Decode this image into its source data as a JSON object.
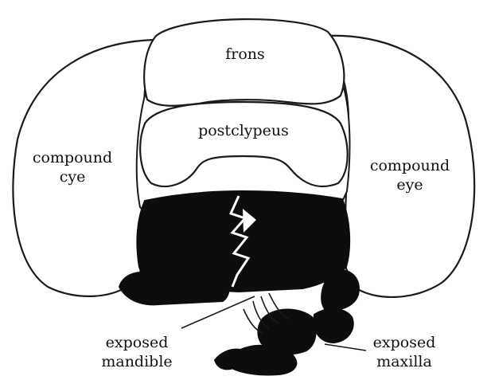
{
  "diagram": {
    "labels": {
      "frons": "frons",
      "postclypeus": "postclypeus",
      "compound_left_line1": "compound",
      "compound_left_line2": "cye",
      "compound_right_line1": "compound",
      "compound_right_line2": "eye",
      "mandible_line1": "exposed",
      "mandible_line2": "mandible",
      "maxilla_line1": "exposed",
      "maxilla_line2": "maxilla"
    },
    "colors": {
      "outline": "#1a1a1a",
      "fill_dark": "#0d0d0d",
      "background": "#ffffff"
    }
  }
}
